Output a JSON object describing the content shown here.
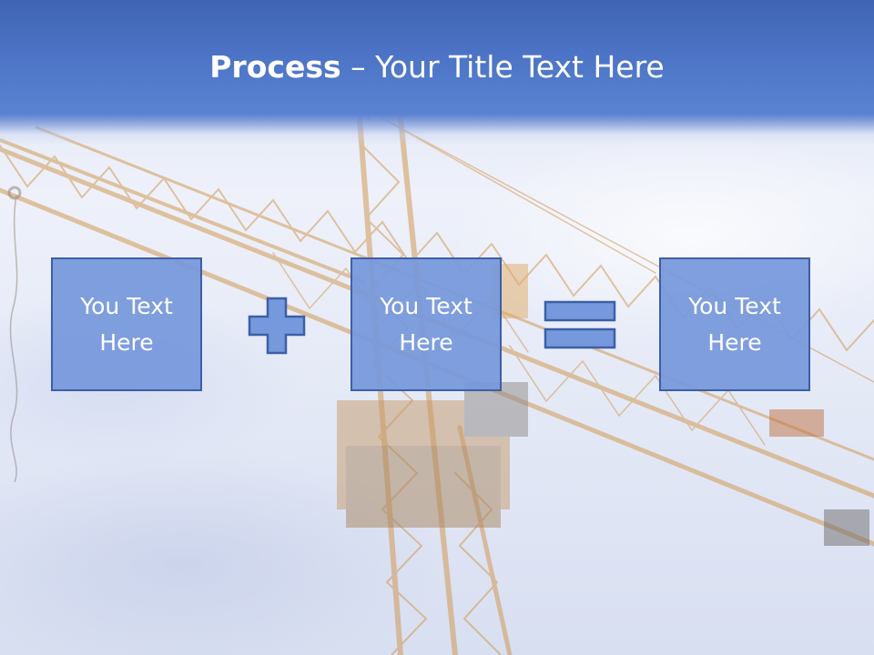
{
  "slide": {
    "title_bold": "Process",
    "title_rest": " – Your Title Text Here",
    "boxes": [
      {
        "text": "You Text Here"
      },
      {
        "text": "You Text Here"
      },
      {
        "text": "You Text Here"
      }
    ],
    "operators": [
      "plus-icon",
      "equals-icon"
    ],
    "colors": {
      "title_band": "#4b72c4",
      "box_fill": "#7698dc",
      "box_border": "#3d5fa8",
      "crane": "#d9a25a"
    }
  }
}
